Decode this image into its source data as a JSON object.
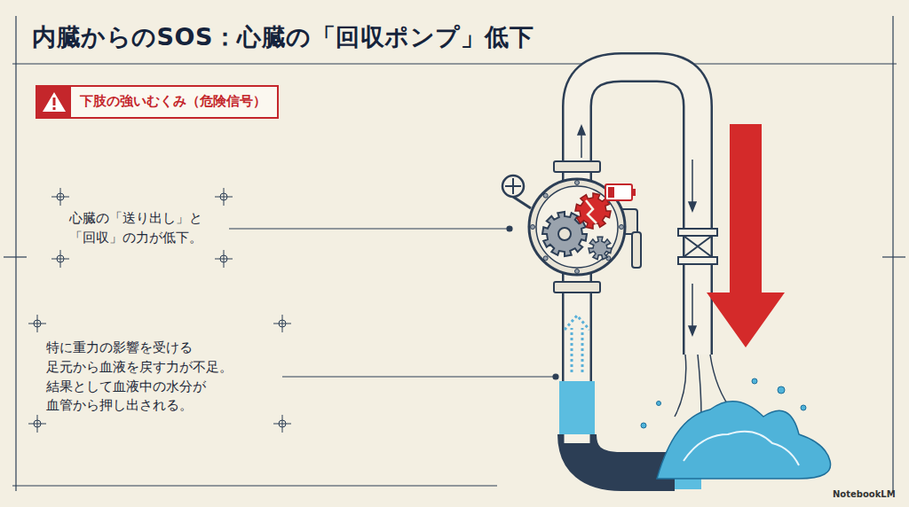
{
  "diagram": {
    "title": "内臓からのSOS：心臓の「回収ポンプ」低下",
    "nodes": [
      {
        "text": [
          "下肢の強いむくみ（危険信号）"
        ]
      }
    ],
    "labels": [
      "心臓の「送り出し」と 「回収」の力が低下。",
      "特に重力の影響を受ける 足元から血液を戻す力が不足。 結果として血液中の水分が 血管から押し出される。",
      "NotebookLM"
    ]
  }
}
